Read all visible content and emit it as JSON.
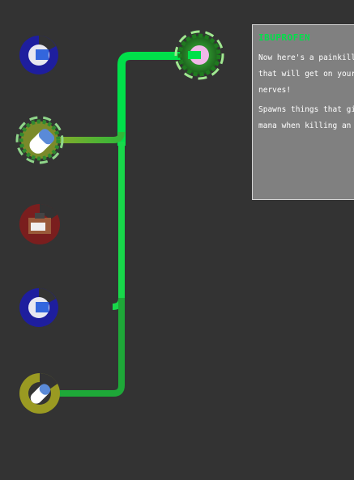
{
  "tooltip": {
    "title": "IBUPROFEN",
    "description_lines": [
      "Now here's a painkille",
      "that will get on your",
      "nerves!"
    ],
    "effect_lines": [
      "Spawns things that gi",
      "mana when killing an e"
    ]
  },
  "colors": {
    "background": "#333333",
    "active_path": "#00e04a",
    "tooltip_bg": "#808080",
    "tooltip_border": "#d6d6d6",
    "title_color": "#00e04a"
  },
  "nodes": [
    {
      "id": "node-1",
      "icon": "blue-ring-pill-icon",
      "state": "available"
    },
    {
      "id": "node-2",
      "icon": "olive-ring-leaf-pill-icon",
      "state": "selected"
    },
    {
      "id": "node-3",
      "icon": "red-ring-briefcase-icon",
      "state": "locked"
    },
    {
      "id": "node-4",
      "icon": "blue-ring-pill-icon",
      "state": "available"
    },
    {
      "id": "node-5",
      "icon": "olive-ring-pill-icon",
      "state": "available"
    },
    {
      "id": "node-ibuprofen",
      "icon": "ibuprofen-leaf-icon",
      "state": "hovered"
    }
  ]
}
